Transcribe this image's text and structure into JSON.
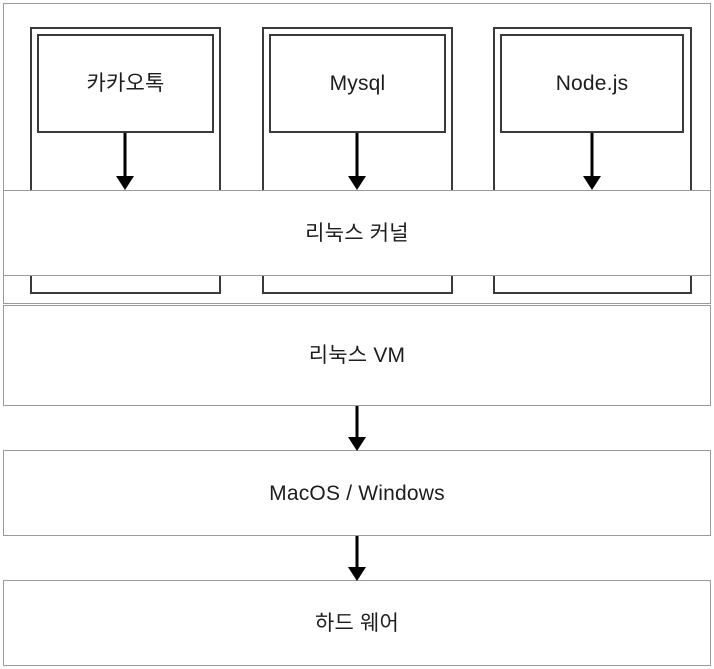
{
  "diagram": {
    "title": "Linux VM container stack",
    "type": "layered-architecture",
    "colors": {
      "background": "#ffffff",
      "band_stroke": "#9a9a9a",
      "box_stroke": "#3a3a3a",
      "arrow": "#000000",
      "text": "#1d1d1d"
    },
    "layers": [
      {
        "id": "vm-frame",
        "label": "",
        "containers": [
          {
            "id": "container-1",
            "app_label": "카카오톡"
          },
          {
            "id": "container-2",
            "app_label": "Mysql"
          },
          {
            "id": "container-3",
            "app_label": "Node.js"
          }
        ]
      },
      {
        "id": "kernel-band",
        "label": "리눅스 커널"
      },
      {
        "id": "vm-band",
        "label": "리눅스 VM"
      },
      {
        "id": "host-os-band",
        "label": "MacOS / Windows"
      },
      {
        "id": "hardware-band",
        "label": "하드 웨어"
      }
    ],
    "arrows": [
      {
        "id": "arrow-app-1",
        "from": "container-1",
        "to": "kernel-band",
        "direction": "down"
      },
      {
        "id": "arrow-app-2",
        "from": "container-2",
        "to": "kernel-band",
        "direction": "down"
      },
      {
        "id": "arrow-app-3",
        "from": "container-3",
        "to": "kernel-band",
        "direction": "down"
      },
      {
        "id": "arrow-vm-host",
        "from": "vm-band",
        "to": "host-os-band",
        "direction": "down"
      },
      {
        "id": "arrow-host-hw",
        "from": "host-os-band",
        "to": "hardware-band",
        "direction": "down"
      }
    ]
  }
}
